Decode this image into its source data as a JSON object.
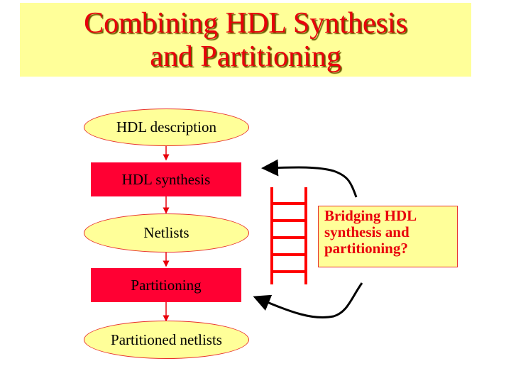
{
  "slide": {
    "title_line1": "Combining HDL Synthesis",
    "title_line2": "and Partitioning"
  },
  "flow": {
    "nodes": [
      {
        "label": "HDL description",
        "shape": "ellipse"
      },
      {
        "label": "HDL synthesis",
        "shape": "rectangle"
      },
      {
        "label": "Netlists",
        "shape": "ellipse"
      },
      {
        "label": "Partitioning",
        "shape": "rectangle"
      },
      {
        "label": "Partitioned netlists",
        "shape": "ellipse"
      }
    ]
  },
  "callout": {
    "line1": "Bridging HDL",
    "line2": "synthesis and",
    "line3": "partitioning?"
  },
  "icons": {
    "ladder": "ladder-icon",
    "arrow_up": "curved-arrow-to-synthesis",
    "arrow_down": "curved-arrow-to-partitioning"
  },
  "colors": {
    "title_bg": "#ffff99",
    "title_text": "#e8000b",
    "rect_fill": "#ff0033",
    "ellipse_fill": "#ffff99",
    "ladder": "#ff0000",
    "arrows": "#000000"
  }
}
